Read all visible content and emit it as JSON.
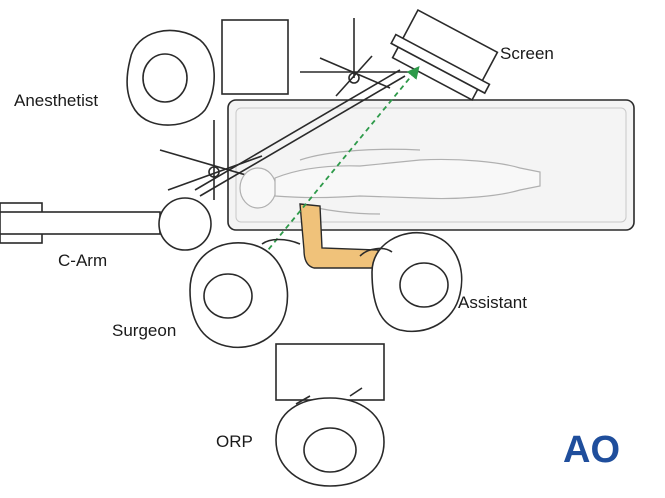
{
  "labels": {
    "screen": "Screen",
    "anesthetist": "Anesthetist",
    "c_arm": "C-Arm",
    "surgeon": "Surgeon",
    "assistant": "Assistant",
    "orp": "ORP"
  },
  "logo": {
    "text": "AO",
    "color": "#1f4e9c"
  },
  "colors": {
    "line": "#2a2a2a",
    "table_fill": "#f4f4f4",
    "patient_line": "#b0b0b0",
    "arm_highlight": "#f0c27a",
    "beam": "#2e9a4a"
  }
}
